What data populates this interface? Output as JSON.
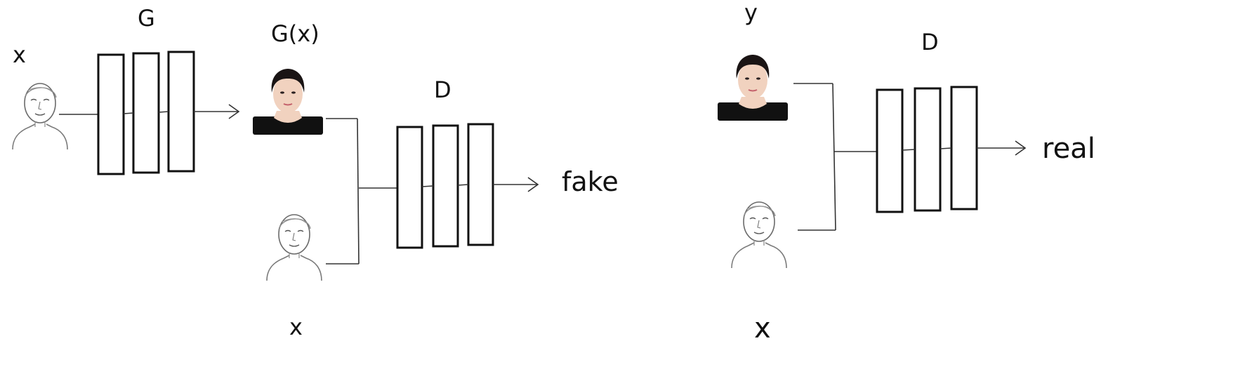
{
  "diagram": {
    "labels": {
      "input_x_top": "x",
      "generator": "G",
      "generated": "G(x)",
      "disc_fake": "D",
      "fake": "fake",
      "input_x_bottom": "x",
      "target_y": "y",
      "disc_real": "D",
      "real": "real",
      "input_x_right": "x"
    },
    "colors": {
      "stroke": "#111111",
      "line": "#333333",
      "skin": "#f1d2bf",
      "hair": "#1a1414",
      "shirt": "#111111",
      "sketch": "#7a7a7a"
    }
  }
}
